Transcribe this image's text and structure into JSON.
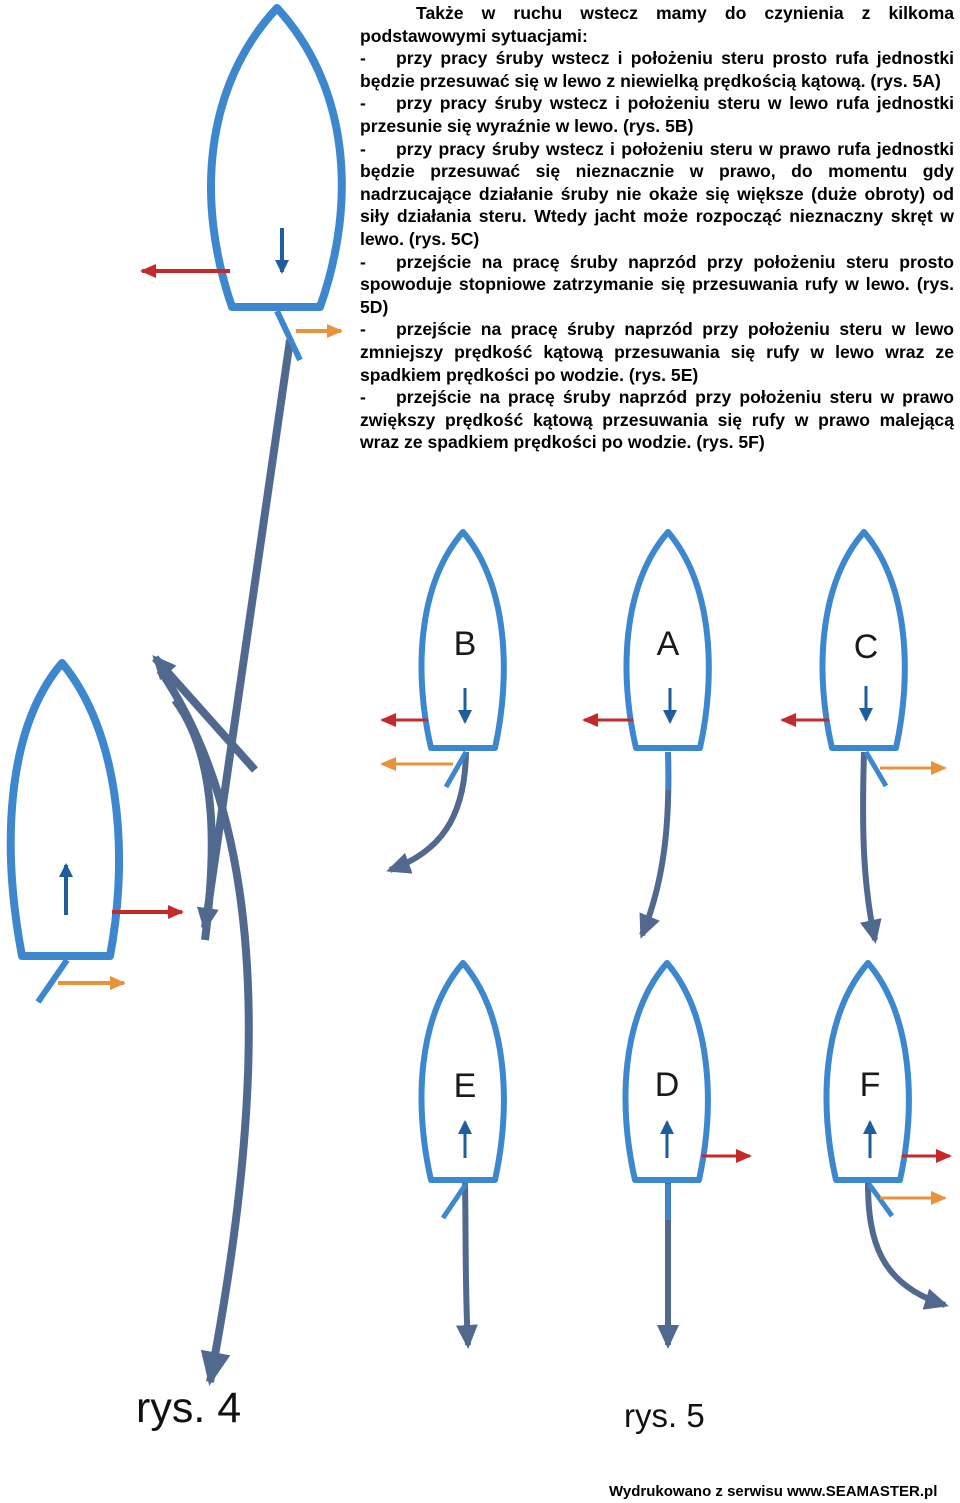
{
  "text": {
    "intro": "Także w ruchu wstecz mamy do czynienia z kilkoma podstawowymi sytuacjami:",
    "items": [
      "przy pracy śruby wstecz i położeniu steru prosto rufa jednostki będzie przesuwać się w lewo z niewielką prędkością kątową. (rys. 5A)",
      "przy pracy śruby wstecz i położeniu steru w lewo rufa jednostki przesunie się wyraźnie w lewo. (rys. 5B)",
      "przy pracy śruby wstecz i położeniu steru w prawo rufa jednostki będzie przesuwać się nieznacznie w prawo, do momentu gdy nadrzucające działanie śruby nie okaże się większe (duże obroty) od siły działania steru. Wtedy jacht może rozpocząć nieznaczny skręt w lewo. (rys. 5C)",
      "przejście na pracę śruby naprzód przy położeniu steru prosto spowoduje stopniowe zatrzymanie się przesuwania rufy w lewo. (rys. 5D)",
      "przejście na pracę śruby naprzód przy położeniu steru w lewo zmniejszy prędkość kątową przesuwania się rufy w lewo wraz ze spadkiem prędkości po wodzie. (rys. 5E)",
      "przejście na pracę śruby naprzód przy położeniu steru w prawo zwiększy prędkość kątową przesuwania się rufy w prawo malejącą wraz ze spadkiem prędkości po wodzie. (rys. 5F)"
    ],
    "dash": "-"
  },
  "figures": {
    "rys4_caption": "rys. 4",
    "rys5_caption": "rys. 5",
    "boat_labels": [
      "B",
      "A",
      "C",
      "E",
      "D",
      "F"
    ]
  },
  "footer": "Wydrukowano z serwisu www.SEAMASTER.pl",
  "colors": {
    "hull": "#3d87cf",
    "track": "#52698f",
    "motion_arrow": "#1f5d9e",
    "rudder_force": "#c42a2a",
    "prop_force": "#e8923a"
  }
}
